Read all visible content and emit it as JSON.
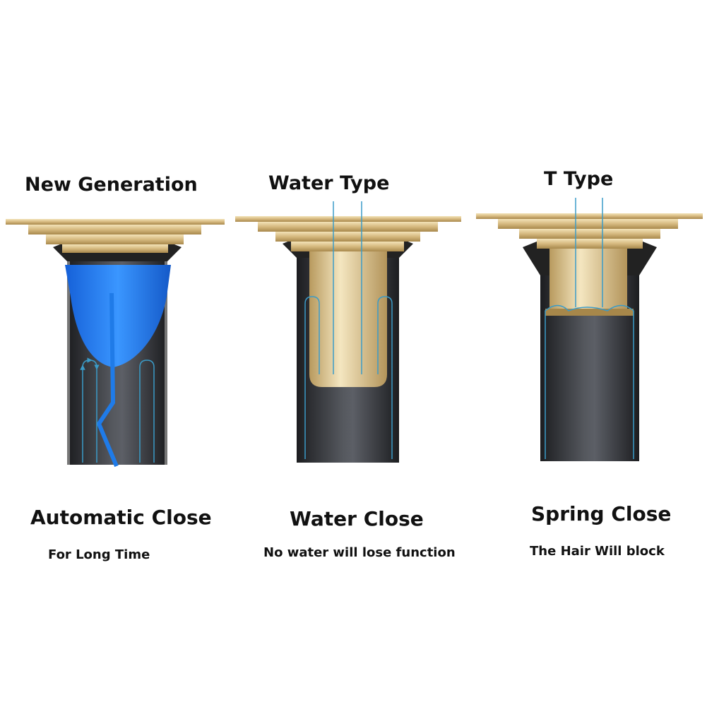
{
  "panels": [
    {
      "heading": "New Generation",
      "title": "Automatic Close",
      "subtitle": "For Long Time"
    },
    {
      "heading": "Water Type",
      "title": "Water Close",
      "subtitle": "No water will lose function"
    },
    {
      "heading": "T Type",
      "title": "Spring Close",
      "subtitle": "The Hair Will block"
    }
  ],
  "colors": {
    "brass": "#d9c08a",
    "pipe": "#2b2d31",
    "flow": "#3a9bc8",
    "seal": "#1f7be8"
  }
}
